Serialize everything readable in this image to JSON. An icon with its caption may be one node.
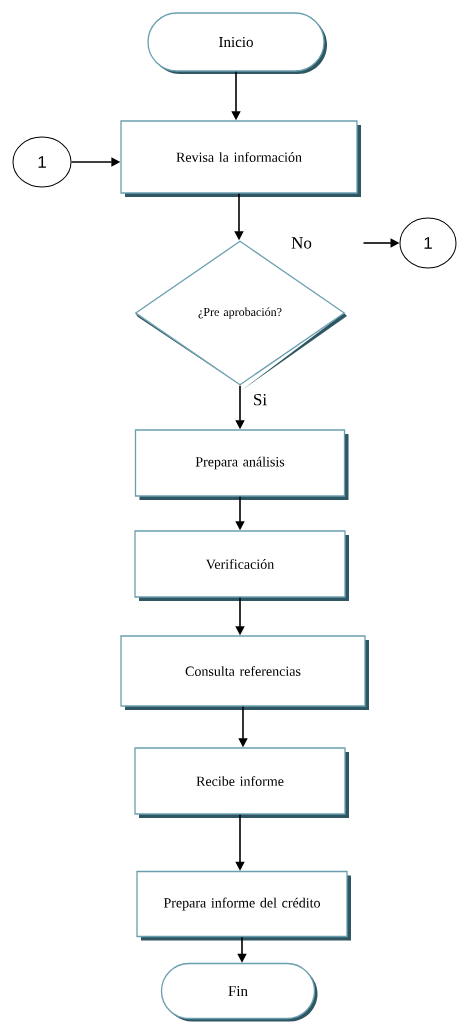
{
  "diagram": {
    "nodes": [
      {
        "text": [
          "Inicio"
        ]
      },
      {
        "text": [
          "1"
        ]
      },
      {
        "text": [
          "Revisa la información"
        ]
      },
      {
        "text": [
          "¿Pre aprobación?"
        ]
      },
      {
        "text": [
          "1"
        ]
      },
      {
        "text": [
          "Prepara análisis"
        ]
      },
      {
        "text": [
          "Verificación"
        ]
      },
      {
        "text": [
          "Consulta referencias"
        ]
      },
      {
        "text": [
          "Recibe informe"
        ]
      },
      {
        "text": [
          "Prepara informe del crédito"
        ]
      },
      {
        "text": [
          "Fin"
        ]
      }
    ],
    "edges": [
      {
        "from": 0,
        "to": 2,
        "arrow": "to"
      },
      {
        "from": 1,
        "to": 2,
        "arrow": "to"
      },
      {
        "from": 2,
        "to": 3,
        "arrow": "to"
      },
      {
        "from": null,
        "to": 4,
        "label": "No",
        "arrow": "to"
      },
      {
        "from": 3,
        "to": 5,
        "label": "Si",
        "arrow": "to"
      },
      {
        "from": 5,
        "to": 6,
        "arrow": "to"
      },
      {
        "from": 6,
        "to": 7,
        "arrow": "to"
      },
      {
        "from": 7,
        "to": 8,
        "arrow": "to"
      },
      {
        "from": 8,
        "to": 9,
        "arrow": "to"
      },
      {
        "from": 9,
        "to": 10,
        "arrow": "to"
      }
    ]
  }
}
